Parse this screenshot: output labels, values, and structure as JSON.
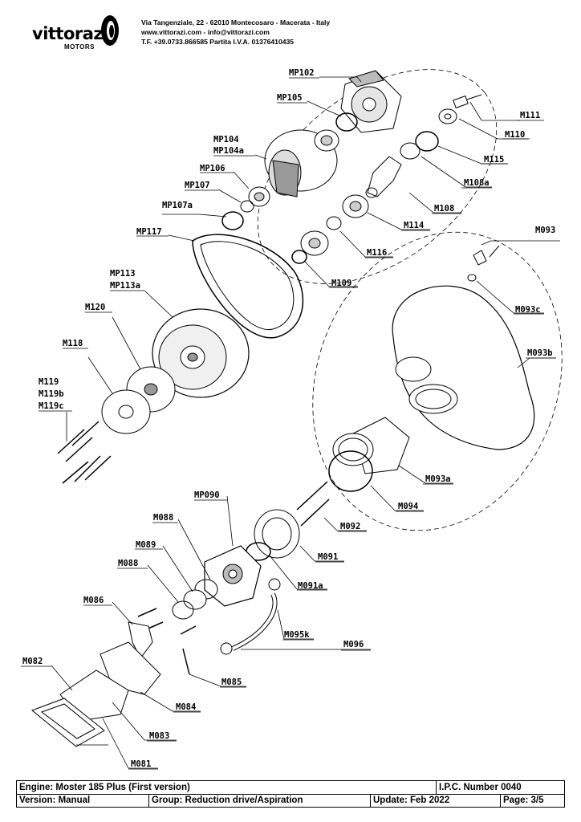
{
  "brand": {
    "name": "vittorazi",
    "sub": "MOTORS"
  },
  "address": {
    "line1": "Via Tangenziale, 22 - 62010 Montecosaro - Macerata - Italy",
    "line2": "www.vittorazi.com - info@vittorazi.com",
    "line3": "T.F. +39.0733.866585 Partita I.V.A. 01376410435"
  },
  "parts": {
    "MP102": "MP102",
    "MP105": "MP105",
    "M111": "M111",
    "M110": "M110",
    "MP104": "MP104",
    "MP104a": "MP104a",
    "M115": "M115",
    "MP106": "MP106",
    "M108a": "M108a",
    "MP107": "MP107",
    "MP107a": "MP107a",
    "M108": "M108",
    "M114": "M114",
    "MP117": "MP117",
    "M093": "M093",
    "M116": "M116",
    "MP113": "MP113",
    "MP113a": "MP113a",
    "M109": "M109",
    "M093c": "M093c",
    "M120": "M120",
    "M093b": "M093b",
    "M118": "M118",
    "M119": "M119",
    "M119b": "M119b",
    "M119c": "M119c",
    "M093a": "M093a",
    "MP090": "MP090",
    "M094": "M094",
    "M088a": "M088",
    "M092": "M092",
    "M089": "M089",
    "M091": "M091",
    "M088b": "M088",
    "M091a": "M091a",
    "M086": "M086",
    "M095k": "M095k",
    "M096": "M096",
    "M085": "M085",
    "M082": "M082",
    "M084": "M084",
    "M083": "M083",
    "M081": "M081"
  },
  "footer": {
    "engine": "Engine: Moster 185 Plus (First version)",
    "ipc": "I.P.C. Number 0040",
    "version": "Version: Manual",
    "group": "Group: Reduction drive/Aspiration",
    "update": "Update: Feb 2022",
    "page": "Page: 3/5"
  }
}
